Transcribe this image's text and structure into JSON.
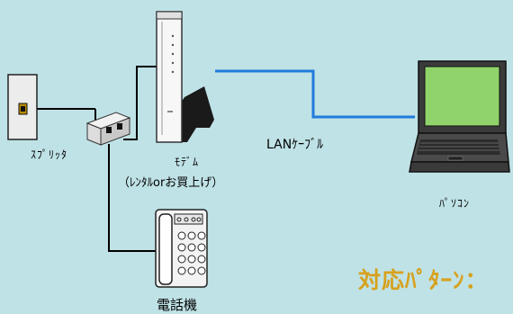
{
  "labels": {
    "splitter": "ｽﾌﾟﾘｯﾀ",
    "modem": "ﾓﾃﾞﾑ",
    "modem_sub": "（ﾚﾝﾀﾙorお買上げ）",
    "lan_cable": "LANｹｰﾌﾞﾙ",
    "pc": "ﾊﾟｿｺﾝ",
    "phone": "電話機",
    "pattern": "対応ﾊﾟﾀｰﾝ："
  },
  "colors": {
    "background": "#bfe2e6",
    "lan_cable": "#1f7bdc",
    "phone_line": "#000000",
    "pattern_text": "#d7a11c",
    "pc_screen": "#8fd36a"
  },
  "icons": [
    "wall-jack-icon",
    "splitter-icon",
    "modem-icon",
    "laptop-icon",
    "telephone-icon"
  ]
}
